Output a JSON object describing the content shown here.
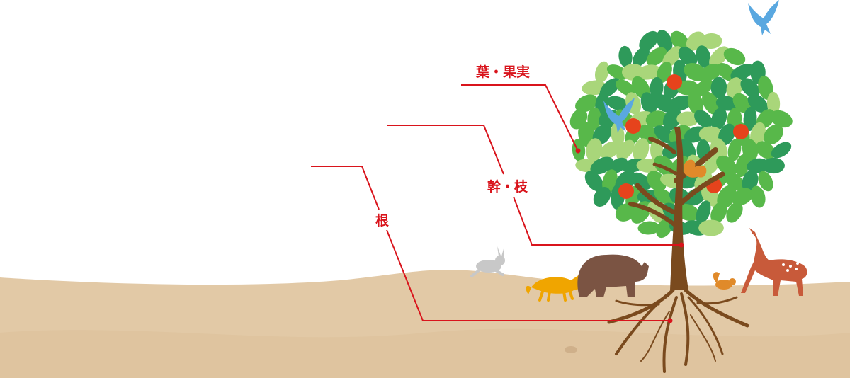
{
  "labels": {
    "leaves_fruit": "葉・果実",
    "trunk_branches": "幹・枝",
    "roots": "根"
  },
  "colors": {
    "accent_line": "#d9141c",
    "ground": "#e2c9a6",
    "trunk": "#7a4a1e",
    "leaf_dark": "#2e9a5a",
    "leaf_mid": "#58b84a",
    "leaf_light": "#a9d67a",
    "fruit": "#e6431c",
    "bird": "#5aa8e0"
  },
  "icons": [
    "bird-icon",
    "rabbit-icon",
    "fox-icon",
    "bear-icon",
    "squirrel-icon",
    "deer-icon"
  ]
}
